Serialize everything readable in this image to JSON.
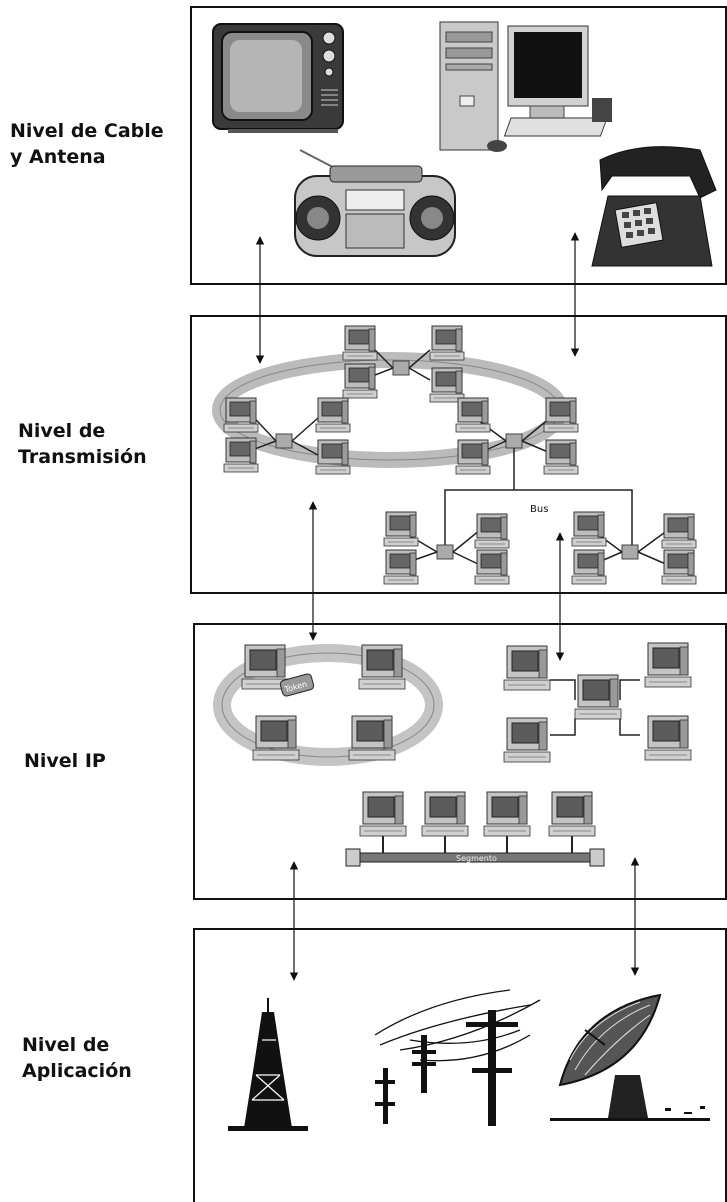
{
  "levels": [
    {
      "line1": "Nivel de Cable",
      "line2": "y Antena"
    },
    {
      "line1": "Nivel de",
      "line2": "Transmisión"
    },
    {
      "line1": "Nivel IP",
      "line2": ""
    },
    {
      "line1": "Nivel de",
      "line2": "Aplicación"
    }
  ],
  "network_labels": {
    "bus": "Bus",
    "token": "Token",
    "segment": "Segmento"
  },
  "icons": [
    "tv-icon",
    "desktop-computer-icon",
    "boombox-radio-icon",
    "telephone-icon",
    "computer-node-icon",
    "radio-tower-icon",
    "utility-pole-icon",
    "satellite-dish-icon"
  ]
}
